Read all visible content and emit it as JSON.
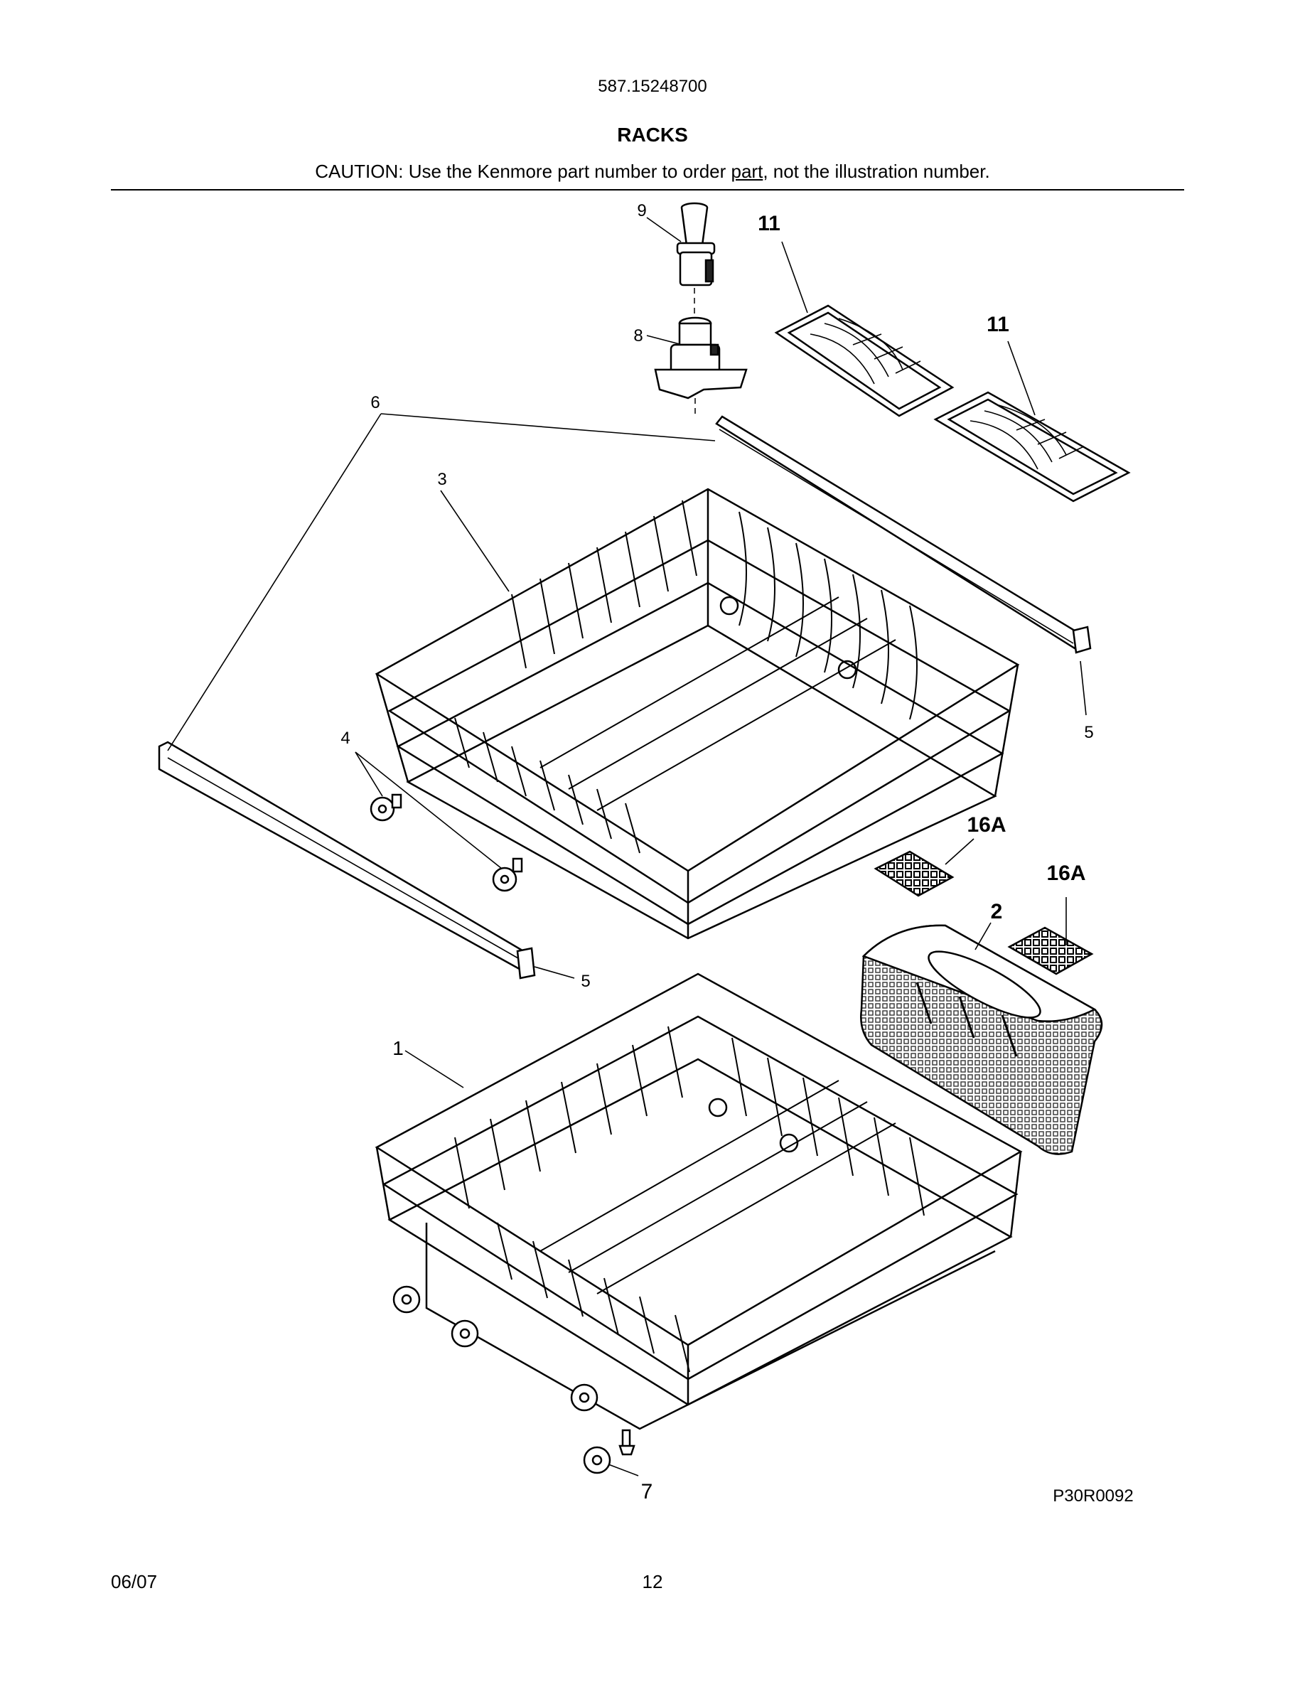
{
  "header": {
    "model_number": "587.15248700",
    "title": "RACKS",
    "caution_prefix": "CAUTION: Use the Kenmore part number to order ",
    "caution_link": "part",
    "caution_suffix": ", not the illustration number."
  },
  "diagram": {
    "figure_code": "P30R0092",
    "callouts": {
      "upper_rack": "3",
      "lower_rack": "1",
      "silverware_basket": "2",
      "basket_lid_a": "16A",
      "basket_lid_b": "16A",
      "track_rail": "6",
      "end_cap_right": "5",
      "end_cap_left": "5",
      "wheel_upper": "4",
      "wheel_lower": "7",
      "nozzle": "9",
      "connector": "8",
      "shelf_a": "11",
      "shelf_b": "11"
    }
  },
  "footer": {
    "date": "06/07",
    "page_number": "12"
  }
}
